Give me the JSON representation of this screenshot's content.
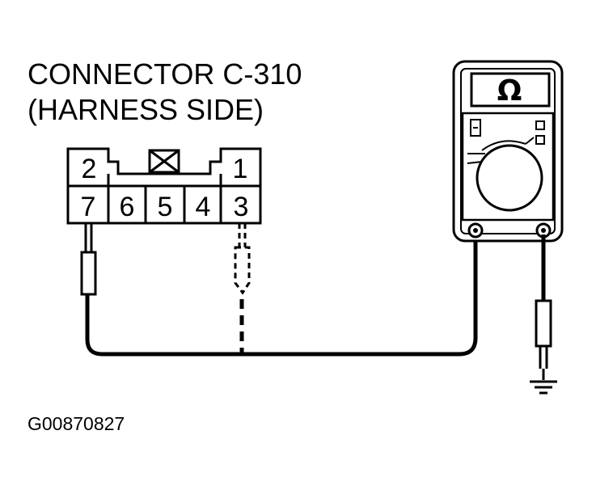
{
  "diagram": {
    "title_line1": "CONNECTOR C-310",
    "title_line2": "(HARNESS SIDE)",
    "figure_id": "G00870827",
    "connector": {
      "pins": [
        "2",
        "1",
        "7",
        "6",
        "5",
        "4",
        "3"
      ]
    },
    "meter": {
      "display_symbol": "Ω"
    }
  }
}
